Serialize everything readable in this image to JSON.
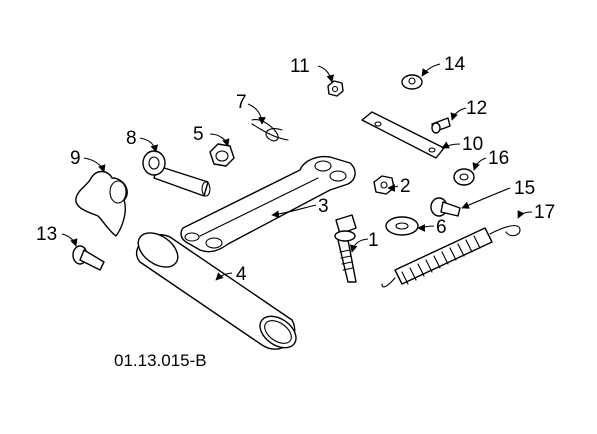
{
  "figure_ref": "01.13.015-B",
  "callouts": [
    "1",
    "2",
    "3",
    "4",
    "5",
    "6",
    "7",
    "8",
    "9",
    "10",
    "11",
    "12",
    "13",
    "14",
    "15",
    "16",
    "17"
  ],
  "colors": {
    "line": "#000000",
    "background": "#ffffff"
  }
}
